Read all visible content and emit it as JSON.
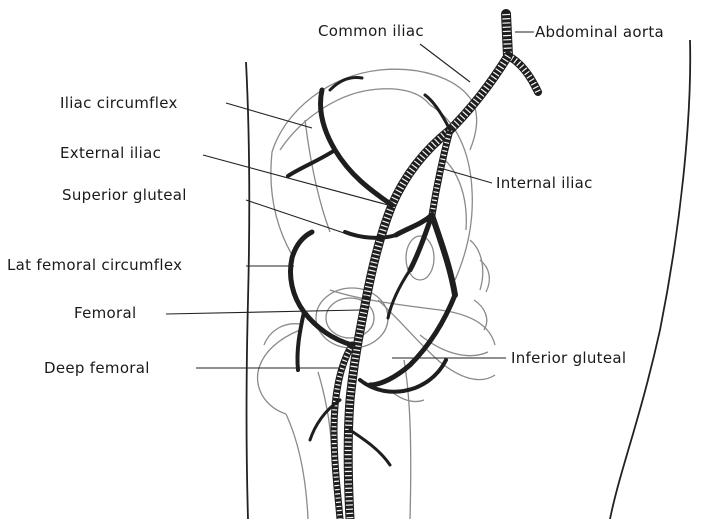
{
  "labels": {
    "common_iliac": "Common iliac",
    "abdominal_aorta": "Abdominal aorta",
    "iliac_circumflex": "Iliac circumflex",
    "external_iliac": "External iliac",
    "internal_iliac": "Internal iliac",
    "superior_gluteal": "Superior gluteal",
    "lat_femoral_circumflex": "Lat femoral circumflex",
    "femoral": "Femoral",
    "deep_femoral": "Deep femoral",
    "inferior_gluteal": "Inferior gluteal"
  },
  "colors": {
    "artery": "#1e1e1e",
    "bone_outline": "#8a8a8a",
    "label": "#1a1a1a"
  }
}
